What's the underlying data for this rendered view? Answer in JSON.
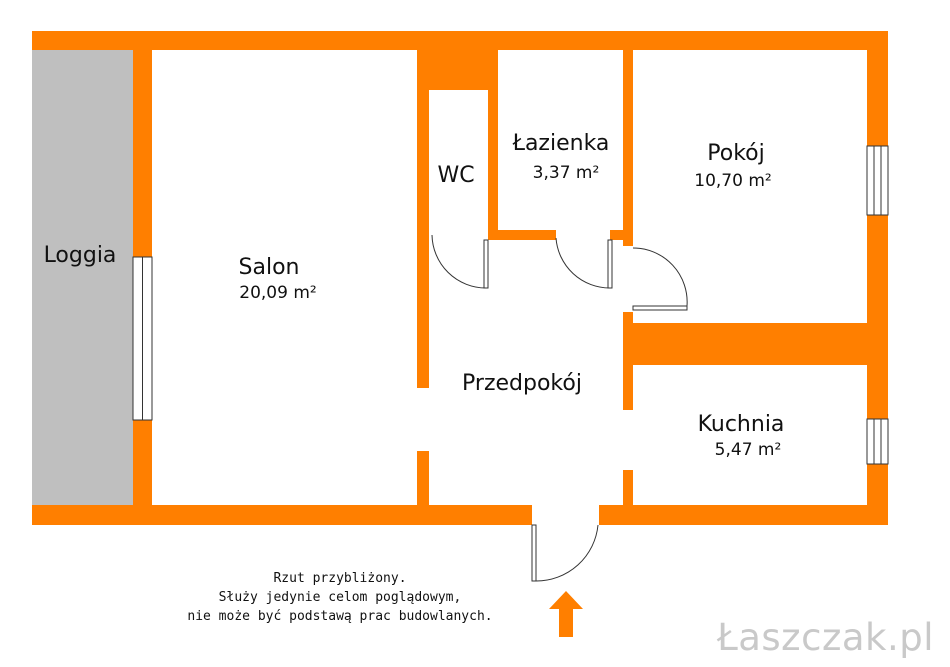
{
  "plan": {
    "rooms": [
      {
        "id": "loggia",
        "name": "Loggia",
        "area": ""
      },
      {
        "id": "salon",
        "name": "Salon",
        "area": "20,09 m²"
      },
      {
        "id": "wc",
        "name": "WC",
        "area": ""
      },
      {
        "id": "lazienka",
        "name": "Łazienka",
        "area": "3,37 m²"
      },
      {
        "id": "pokoj",
        "name": "Pokój",
        "area": "10,70 m²"
      },
      {
        "id": "przedpokoj",
        "name": "Przedpokój",
        "area": ""
      },
      {
        "id": "kuchnia",
        "name": "Kuchnia",
        "area": "5,47 m²"
      }
    ],
    "colors": {
      "wall": "#ff7f00",
      "loggia": "#bfbfbf",
      "floor": "#ffffff",
      "line": "#333333"
    }
  },
  "note": {
    "line1": "Rzut przybliżony.",
    "line2": "Służy jedynie celom poglądowym,",
    "line3": "nie może być podstawą prac budowlanych."
  },
  "brand": {
    "text": "Łaszczak.pl"
  },
  "entrance": {
    "icon": "up-arrow-icon"
  }
}
